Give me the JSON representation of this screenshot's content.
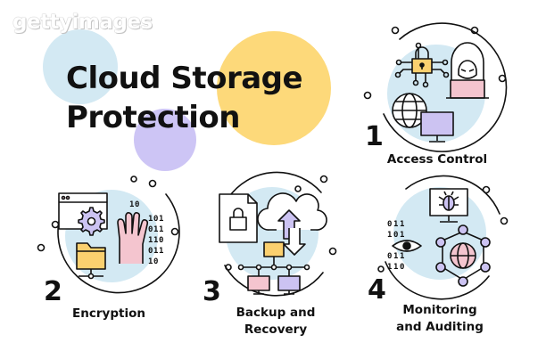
{
  "watermark": "gettyimages",
  "title": {
    "line1": "Cloud Storage",
    "line2": "Protection"
  },
  "items": [
    {
      "number": "1",
      "label": "Access Control"
    },
    {
      "number": "2",
      "label": "Encryption"
    },
    {
      "number": "3",
      "label_line1": "Backup and",
      "label_line2": "Recovery"
    },
    {
      "number": "4",
      "label_line1": "Monitoring",
      "label_line2": "and Auditing"
    }
  ],
  "colors": {
    "accent_yellow": "#fdd97a",
    "accent_blue": "#d3e9f3",
    "accent_purple": "#cdc5f5",
    "icon_pink": "#f4c5cf",
    "icon_orange": "#fbd06f",
    "icon_lavender": "#ccc3f2",
    "ink": "#111111"
  },
  "icons": [
    "padlock-icon",
    "hacker-icon",
    "laptop-icon",
    "globe-icon",
    "monitor-icon",
    "browser-window-icon",
    "gear-icon",
    "hand-icon",
    "folder-icon",
    "binary-code-icon",
    "document-lock-icon",
    "cloud-sync-icon",
    "network-icon",
    "bug-icon",
    "eye-icon"
  ]
}
